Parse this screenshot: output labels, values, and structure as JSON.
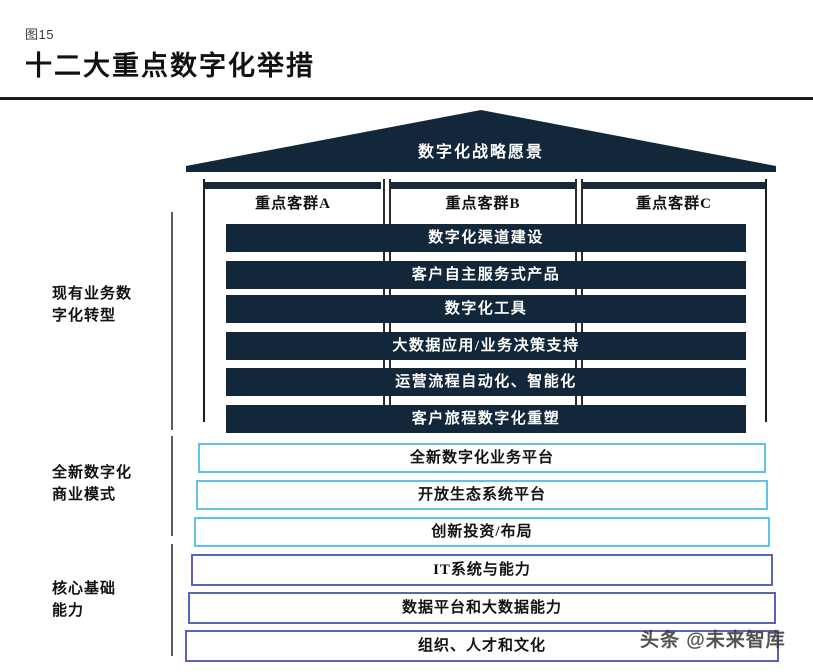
{
  "header": {
    "figure_label": "图15",
    "title": "十二大重点数字化举措"
  },
  "diagram": {
    "roof": {
      "label": "数字化战略愿景",
      "fill_color": "#12283a"
    },
    "customer_groups": [
      {
        "label": "重点客群A"
      },
      {
        "label": "重点客群B"
      },
      {
        "label": "重点客群C"
      }
    ],
    "sections": [
      {
        "label_line1": "现有业务数",
        "label_line2": "字化转型"
      },
      {
        "label_line1": "全新数字化",
        "label_line2": "商业模式"
      },
      {
        "label_line1": "核心基础",
        "label_line2": "能力"
      }
    ],
    "initiative_bars": [
      {
        "label": "数字化渠道建设"
      },
      {
        "label": "客户自主服务式产品"
      },
      {
        "label": "数字化工具"
      },
      {
        "label": "大数据应用/业务决策支持"
      },
      {
        "label": "运营流程自动化、智能化"
      },
      {
        "label": "客户旅程数字化重塑"
      }
    ],
    "platform_boxes": [
      {
        "label": "全新数字化业务平台"
      },
      {
        "label": "开放生态系统平台"
      },
      {
        "label": "创新投资/布局"
      }
    ],
    "foundation_boxes": [
      {
        "label": "IT系统与能力"
      },
      {
        "label": "数据平台和大数据能力"
      },
      {
        "label": "组织、人才和文化"
      }
    ],
    "colors": {
      "dark_navy": "#12283a",
      "light_blue_border": "#5ec3ea",
      "indigo_border": "#5a63b8"
    }
  },
  "watermark": {
    "text": "头条 @未来智库"
  }
}
